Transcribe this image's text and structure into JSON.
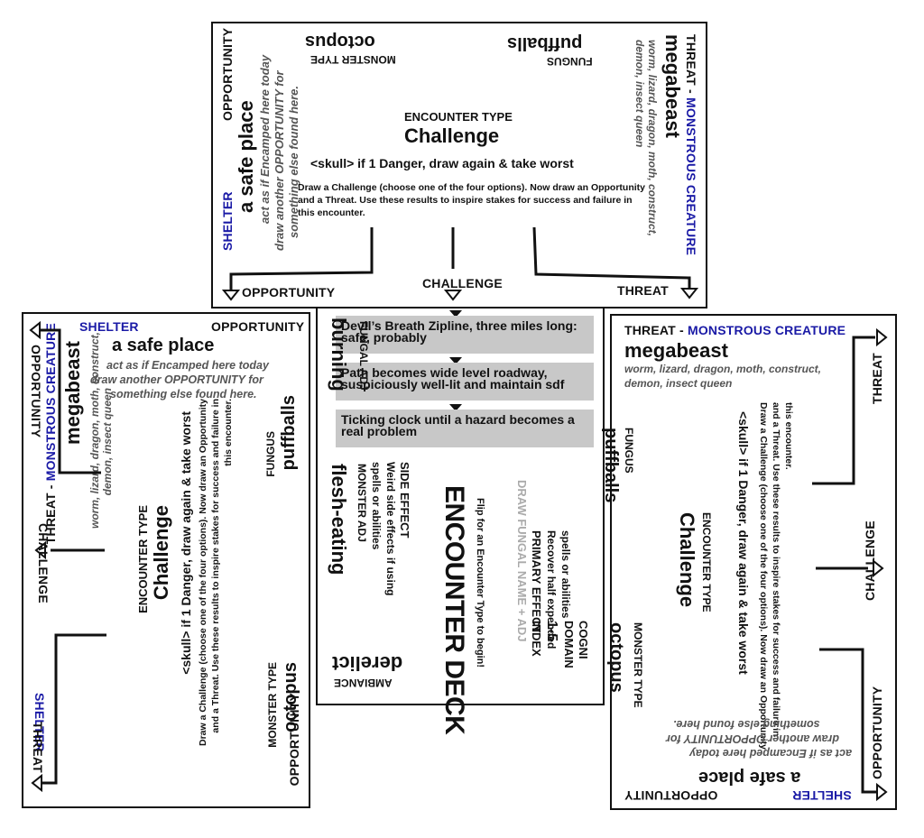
{
  "top_card": {
    "shelter": "SHELTER",
    "opportunity": "OPPORTUNITY",
    "safe_place": "a safe place",
    "safe_desc_1": "act as if Encamped here today",
    "safe_desc_2": "draw another OPPORTUNITY for",
    "safe_desc_3": "something else found here.",
    "monster_type_label": "MONSTER TYPE",
    "monster_type": "octopus",
    "fungus_label": "FUNGUS",
    "fungus": "puffballs",
    "threat_label": "THREAT -",
    "threat_kind": "MONSTROUS CREATURE",
    "megabeast": "megabeast",
    "mega_desc_1": "worm, lizard, dragon, moth, construct,",
    "mega_desc_2": "demon, insect queen",
    "encounter_type_label": "ENCOUNTER TYPE",
    "challenge": "Challenge",
    "skull_rule": "<skull> if 1 Danger, draw again & take worst",
    "instr_1": "Draw a Challenge (choose one of the four options). Now draw an Opportunity",
    "instr_2": "and a Threat. Use these results to inspire stakes for success and failure in",
    "instr_3": "this encounter.",
    "arrow_opportunity": "OPPORTUNITY",
    "arrow_challenge": "CHALLENGE",
    "arrow_threat": "THREAT"
  },
  "center_card": {
    "fungal_adj_label": "FUNGAL ADJ",
    "fungal_adj": "burning",
    "monster_adj_label": "MONSTER ADJ",
    "monster_adj": "flesh-eating",
    "side_effect_label": "SIDE EFFECT",
    "side_effect_1": "Weird side effects if using",
    "side_effect_2": "spells or abilities",
    "deck_title": "ENCOUNTER DECK",
    "flip_text": "Flip for an Encounter Type to begin!",
    "draw_fungal": "DRAW FUNGAL NAME + ADJ",
    "primary_effect_label": "PRIMARY EFFECT",
    "primary_effect_1": "Recover half expended",
    "primary_effect_2": "spells or abilities",
    "index_label": "INDEX",
    "index_value": "1-5",
    "domain_label": "DOMAIN",
    "domain_value": "COGNI",
    "ambiance_label": "AMBIANCE",
    "ambiance": "derelict",
    "challenges": [
      "Devil’s Breath Zipline, three miles long: safe, probably",
      "Path becomes wide level roadway, suspiciously well-lit and maintain sdf",
      "Ticking clock until a hazard becomes a real problem"
    ]
  }
}
